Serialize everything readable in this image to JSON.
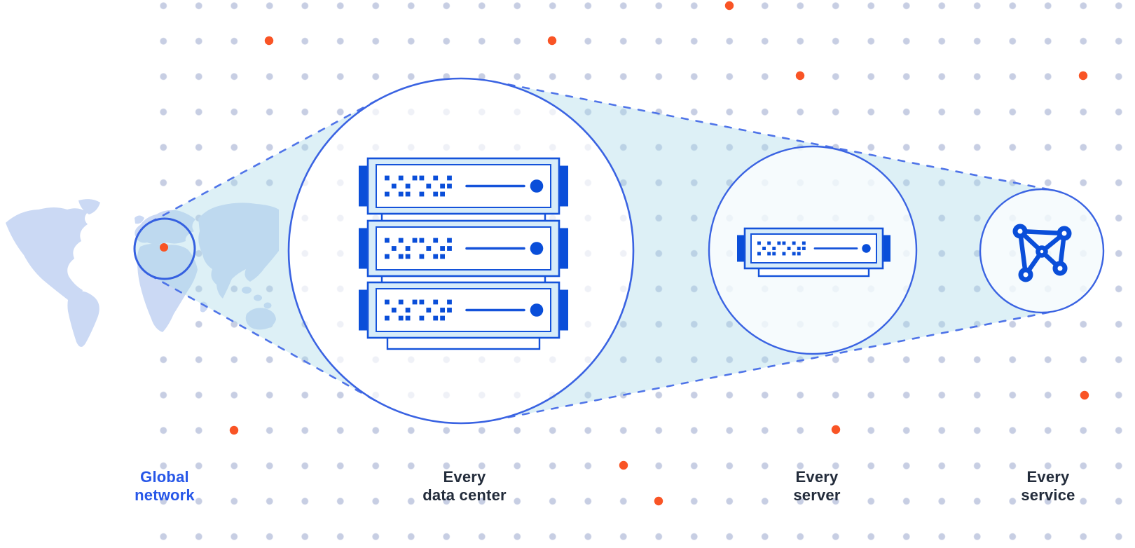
{
  "diagram": {
    "stages": [
      {
        "id": "global-network",
        "label_line1": "Global",
        "label_line2": "network",
        "icon": "world-map-icon",
        "highlighted": true
      },
      {
        "id": "every-data-center",
        "label_line1": "Every",
        "label_line2": "data center",
        "icon": "server-rack-icon",
        "highlighted": false
      },
      {
        "id": "every-server",
        "label_line1": "Every",
        "label_line2": "server",
        "icon": "server-icon",
        "highlighted": false
      },
      {
        "id": "every-service",
        "label_line1": "Every",
        "label_line2": "service",
        "icon": "service-mesh-icon",
        "highlighted": false
      }
    ]
  },
  "colors": {
    "accent_orange": "#F95425",
    "line_blue": "#3A63E2",
    "dark_blue": "#0A4ED9",
    "server_border_blue": "#1452DA",
    "server_fill_light": "#D7ECF9",
    "map_fill": "#CBD9F4",
    "grid_dot": "#C7CEE3",
    "label_dark": "#232C3B",
    "label_blue": "#2757E8"
  },
  "icons": {
    "map_marker": "location-dot-icon",
    "stage_icons": [
      "world-map-icon",
      "server-rack-icon",
      "server-icon",
      "service-mesh-icon"
    ]
  }
}
